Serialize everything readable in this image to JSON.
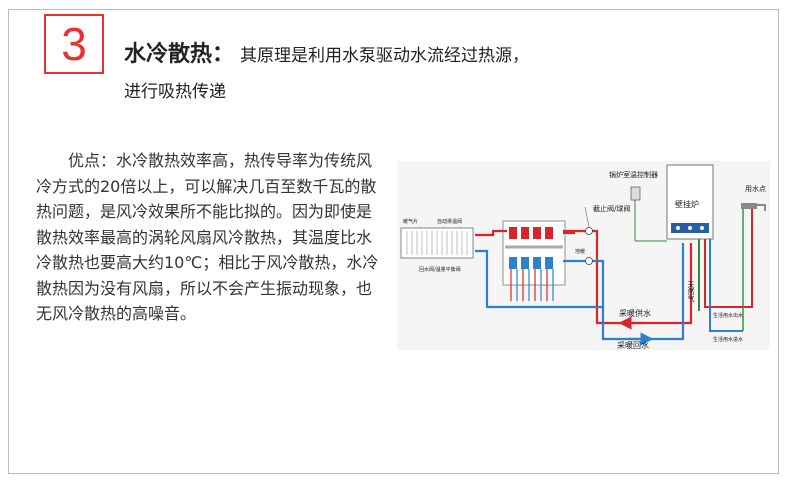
{
  "section_number": "3",
  "title": {
    "keyword": "水冷散热：",
    "line1_rest": "其原理是利用水泵驱动水流经过热源，",
    "line2": "进行吸热传递"
  },
  "body_text": "优点：水冷散热效率高，热传导率为传统风冷方式的20倍以上，可以解决几百至数千瓦的散热问题，是风冷效果所不能比拟的。因为即使是散热效率最高的涡轮风扇风冷散热，其温度比水冷散热也要高大约10℃；相比于风冷散热，水冷散热因为没有风扇，所以不会产生振动现象，也无风冷散热的高噪音。",
  "diagram": {
    "labels": {
      "thermostat": "锅炉室温控制器",
      "boiler": "壁挂炉",
      "tap_point": "用水点",
      "stop_valve": "截止阀/球阀",
      "radiator_vent": "暖气片",
      "auto_vent": "自动排温阀",
      "manifold_note": "回水阀/温量平衡阀",
      "floor_label": "地暖",
      "heating_supply": "采暖供水",
      "heating_return": "采暖回水",
      "natural_gas": "天然气",
      "hot_water_out": "生活用水出水",
      "cold_water_in": "生活用水进水"
    },
    "colors": {
      "accent": "#e8322e",
      "supply_pipe": "#d9252a",
      "return_pipe": "#2f7fd1",
      "gas_pipe": "#2e8b3e",
      "boiler_front": "#2a5da8"
    }
  }
}
